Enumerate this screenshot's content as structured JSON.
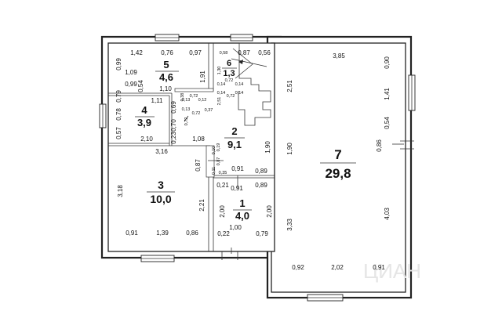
{
  "rooms": [
    {
      "id": "5",
      "num": "5",
      "area": "4,6"
    },
    {
      "id": "6",
      "num": "6",
      "area": "1,3"
    },
    {
      "id": "4",
      "num": "4",
      "area": "3,9"
    },
    {
      "id": "2",
      "num": "2",
      "area": "9,1"
    },
    {
      "id": "3",
      "num": "3",
      "area": "10,0"
    },
    {
      "id": "1",
      "num": "1",
      "area": "4,0"
    },
    {
      "id": "7",
      "num": "7",
      "area": "29,8"
    }
  ],
  "dimensions": {
    "d_142": "1,42",
    "d_076": "0,76",
    "d_097a": "0,97",
    "d_099": "0,99",
    "d_109": "1,09",
    "d_191a": "1,91",
    "d_110a": "1,10",
    "d_099b": "0,99",
    "d_054": "0,54",
    "d_079": "0,79",
    "d_111": "1,11",
    "d_078": "0,78",
    "d_057": "0,57",
    "d_210": "2,10",
    "d_108": "1,08",
    "d_316": "3,16",
    "d_318": "3,18",
    "d_221": "2,21",
    "d_091a": "0,91",
    "d_139": "1,39",
    "d_086a": "0,86",
    "d_069": "0,69",
    "d_070": "0,70",
    "d_023": "0,23",
    "d_038": "0,38",
    "d_013a": "0,13",
    "d_072a": "0,72",
    "d_012": "0,12",
    "d_037": "0,37",
    "d_072b": "0,72",
    "d_058": "0,58",
    "d_087a": "0,87",
    "d_056": "0,56",
    "d_130": "1,30",
    "d_072c": "0,72",
    "d_014a": "0,14",
    "d_014b": "0,14",
    "d_014c": "0,14",
    "d_072d": "0,72",
    "d_014d": "0,14",
    "d_251a": "2,51",
    "d_010": "0,10",
    "d_019": "0,19",
    "d_087b": "0,87",
    "d_011": "0,11",
    "d_035": "0,35",
    "d_091b": "0,91",
    "d_089a": "0,89",
    "d_021": "0,21",
    "d_091c": "0,91",
    "d_089b": "0,89",
    "d_200a": "2,00",
    "d_200b": "2,00",
    "d_100": "1,00",
    "d_022": "0,22",
    "d_079b": "0,79",
    "d_190a": "1,90",
    "d_385": "3,85",
    "d_090": "0,90",
    "d_251b": "2,51",
    "d_141": "1,41",
    "d_054b": "0,54",
    "d_190b": "1,90",
    "d_086b": "0,86",
    "d_333": "3,33",
    "d_403": "4,03",
    "d_092": "0,92",
    "d_202": "2,02",
    "d_091d": "0,91",
    "d_013b": "0,13",
    "d_072e": "0,72"
  },
  "watermark": "ЦИАН"
}
